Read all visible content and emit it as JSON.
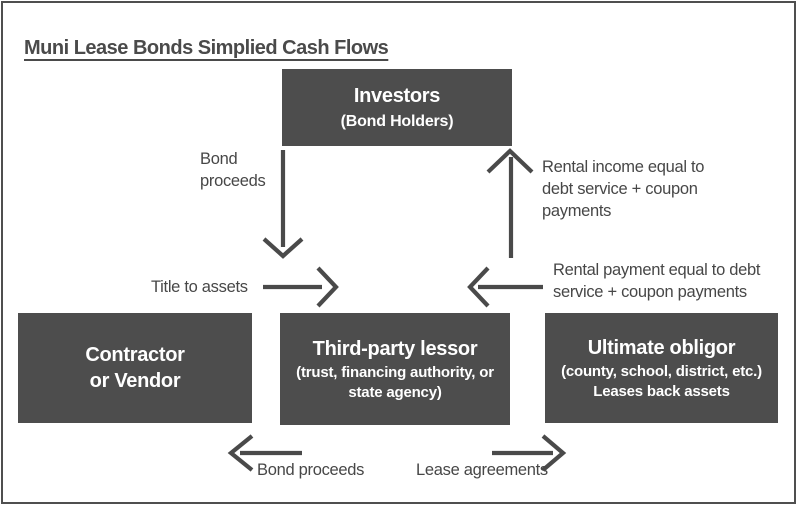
{
  "page": {
    "title": "Muni Lease Bonds Simplied Cash Flows"
  },
  "colors": {
    "background": "#ffffff",
    "frame_border": "#4f4f4f",
    "node_background": "#4d4d4d",
    "node_text": "#ffffff",
    "label_text": "#474747",
    "arrow": "#4a4a4a"
  },
  "nodes": {
    "investors": {
      "title": "Investors",
      "subtitle": "(Bond Holders)"
    },
    "contractor": {
      "title": "Contractor\nor Vendor"
    },
    "lessor": {
      "title": "Third-party lessor",
      "subtitle": "(trust, financing authority, or\nstate agency)"
    },
    "obligor": {
      "title": "Ultimate obligor",
      "subtitle": "(county, school, district, etc.)\nLeases back assets"
    }
  },
  "labels": {
    "bond_proceeds_top": "Bond\nproceeds",
    "rental_income": "Rental income equal to\ndebt service + coupon\npayments",
    "title_to_assets": "Title to assets",
    "rental_payment": "Rental payment equal to debt\nservice + coupon payments",
    "bond_proceeds_bottom": "Bond proceeds",
    "lease_agreements": "Lease agreements"
  }
}
